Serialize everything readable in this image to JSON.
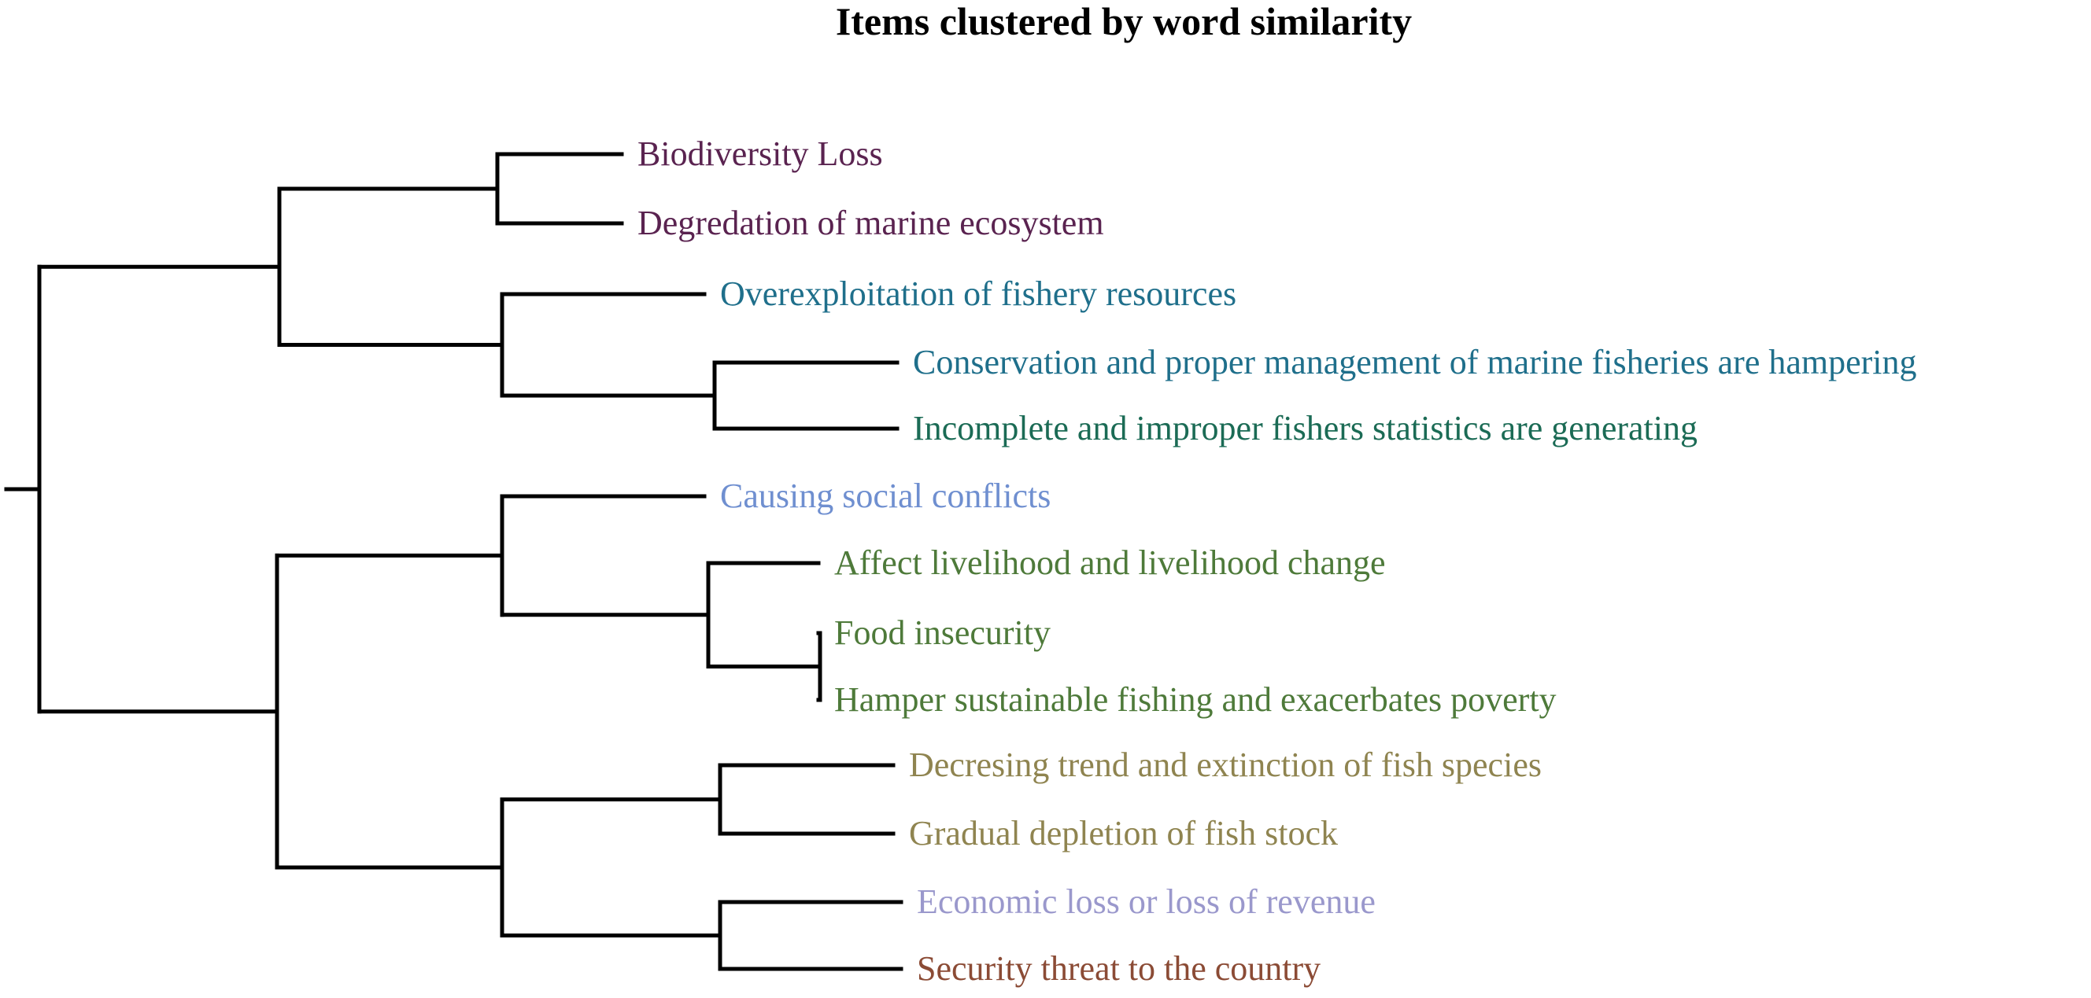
{
  "title": "Items clustered by word similarity",
  "diagram": {
    "type": "dendrogram",
    "orientation": "horizontal, root at left",
    "leaves": [
      {
        "label": "Biodiversity Loss",
        "color": "#5a2350"
      },
      {
        "label": "Degredation of marine ecosystem",
        "color": "#5a2350"
      },
      {
        "label": "Overexploitation of fishery resources",
        "color": "#1f6f8b"
      },
      {
        "label": "Conservation and proper management of marine fisheries are hampering",
        "color": "#1f6f8b"
      },
      {
        "label": "Incomplete and improper fishers statistics are generating",
        "color": "#1b6b55"
      },
      {
        "label": "Causing social conflicts",
        "color": "#6f8fd0"
      },
      {
        "label": "Affect livelihood and livelihood change",
        "color": "#4e7a3a"
      },
      {
        "label": "Food insecurity",
        "color": "#4e7a3a"
      },
      {
        "label": "Hamper sustainable fishing and exacerbates poverty",
        "color": "#4e7a3a"
      },
      {
        "label": "Decresing trend and extinction of fish species",
        "color": "#8f8450"
      },
      {
        "label": "Gradual depletion of fish stock",
        "color": "#8f8450"
      },
      {
        "label": "Economic loss or loss of revenue",
        "color": "#9a98cc"
      },
      {
        "label": "Security threat to the country",
        "color": "#8b4b35"
      }
    ],
    "merges": [
      {
        "id": "A",
        "children": [
          "leaf:0",
          "leaf:1"
        ]
      },
      {
        "id": "B",
        "children": [
          "leaf:3",
          "leaf:4"
        ]
      },
      {
        "id": "C",
        "children": [
          "leaf:2",
          "node:B"
        ]
      },
      {
        "id": "D",
        "children": [
          "node:A",
          "node:C"
        ]
      },
      {
        "id": "E",
        "children": [
          "leaf:7",
          "leaf:8"
        ]
      },
      {
        "id": "F",
        "children": [
          "leaf:6",
          "node:E"
        ]
      },
      {
        "id": "G",
        "children": [
          "leaf:5",
          "node:F"
        ]
      },
      {
        "id": "H",
        "children": [
          "leaf:9",
          "leaf:10"
        ]
      },
      {
        "id": "I",
        "children": [
          "leaf:11",
          "leaf:12"
        ]
      },
      {
        "id": "J",
        "children": [
          "node:H",
          "node:I"
        ]
      },
      {
        "id": "K",
        "children": [
          "node:G",
          "node:J"
        ]
      },
      {
        "id": "L",
        "children": [
          "node:D",
          "node:K"
        ]
      }
    ]
  }
}
